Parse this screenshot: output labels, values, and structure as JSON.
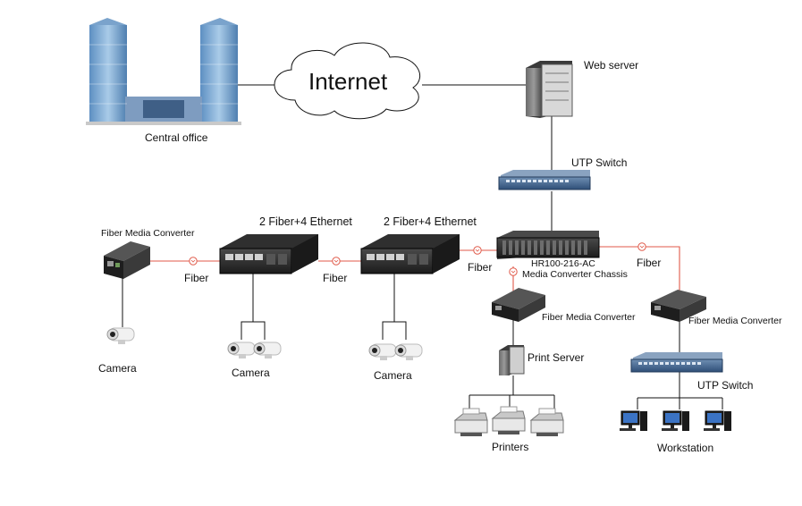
{
  "labels": {
    "internet": "Internet",
    "central_office": "Central office",
    "web_server": "Web server",
    "utp_switch_top": "UTP Switch",
    "chassis_model": "HR100-216-AC",
    "chassis_name": "Media Converter Chassis",
    "fiber_converter_left": "Fiber Media Converter",
    "fiber_4eth_1": "2 Fiber+4 Ethernet",
    "fiber_4eth_2": "2 Fiber+4 Ethernet",
    "fiber_1": "Fiber",
    "fiber_2": "Fiber",
    "fiber_3": "Fiber",
    "fiber_4": "Fiber",
    "fiber_converter_mid": "Fiber Media Converter",
    "fiber_converter_right": "Fiber Media Converter",
    "print_server": "Print Server",
    "printers": "Printers",
    "utp_switch_bottom": "UTP Switch",
    "workstation": "Workstation",
    "camera_1": "Camera",
    "camera_2": "Camera",
    "camera_3": "Camera"
  },
  "colors": {
    "ethernet_link": "#111111",
    "fiber_link": "#e05a4a",
    "device_dark": "#2a2a2a",
    "switch_blue": "#3a6ea8"
  }
}
